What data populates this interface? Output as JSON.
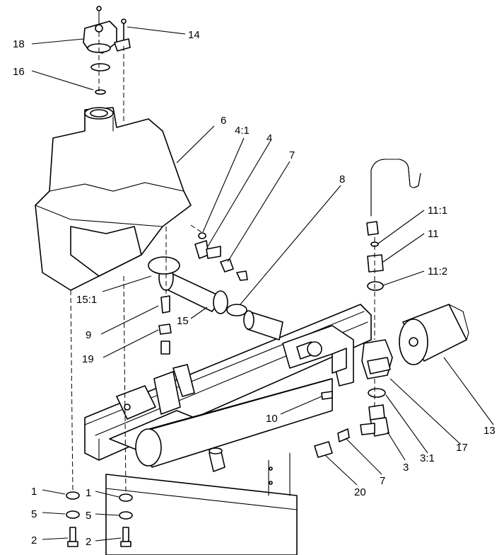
{
  "figure": {
    "type": "exploded-parts-diagram",
    "callouts": [
      {
        "id": "c18",
        "label": "18"
      },
      {
        "id": "c14",
        "label": "14"
      },
      {
        "id": "c16",
        "label": "16"
      },
      {
        "id": "c6",
        "label": "6"
      },
      {
        "id": "c4-1",
        "label": "4:1"
      },
      {
        "id": "c4",
        "label": "4"
      },
      {
        "id": "c7a",
        "label": "7"
      },
      {
        "id": "c8",
        "label": "8"
      },
      {
        "id": "c11-1",
        "label": "11:1"
      },
      {
        "id": "c11",
        "label": "11"
      },
      {
        "id": "c11-2",
        "label": "11:2"
      },
      {
        "id": "c15-1",
        "label": "15:1"
      },
      {
        "id": "c15",
        "label": "15"
      },
      {
        "id": "c9",
        "label": "9"
      },
      {
        "id": "c19",
        "label": "19"
      },
      {
        "id": "c10",
        "label": "10"
      },
      {
        "id": "c13",
        "label": "13"
      },
      {
        "id": "c17",
        "label": "17"
      },
      {
        "id": "c3-1",
        "label": "3:1"
      },
      {
        "id": "c3",
        "label": "3"
      },
      {
        "id": "c7b",
        "label": "7"
      },
      {
        "id": "c20",
        "label": "20"
      },
      {
        "id": "c1a",
        "label": "1"
      },
      {
        "id": "c1b",
        "label": "1"
      },
      {
        "id": "c5a",
        "label": "5"
      },
      {
        "id": "c5b",
        "label": "5"
      },
      {
        "id": "c2a",
        "label": "2"
      },
      {
        "id": "c2b",
        "label": "2"
      }
    ]
  }
}
